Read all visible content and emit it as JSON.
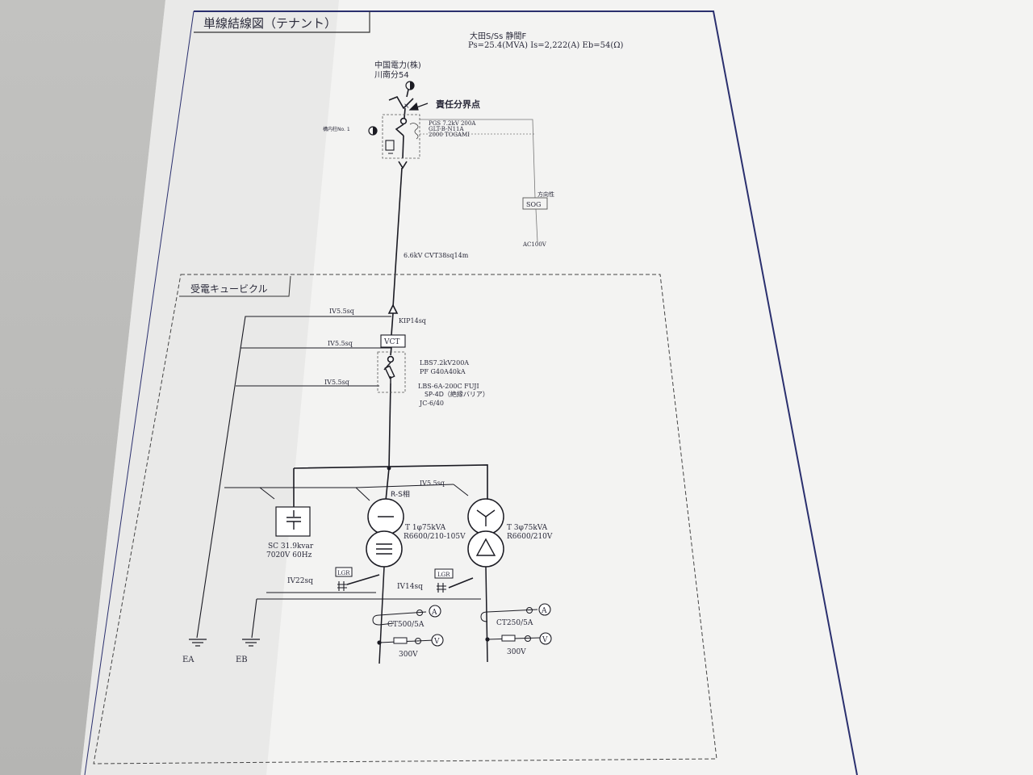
{
  "title": "単線結線図（テナント）",
  "substation": {
    "name": "大田S/Ss 静間F",
    "params": "Ps=25.4(MVA) Is=2,222(A) Eb=54(Ω)"
  },
  "utility": {
    "company": "中国電力(株)",
    "pole": "川南分54"
  },
  "boundary_label": "責任分界点",
  "premise_pole": "構内柱No. 1",
  "pgs": {
    "line1": "PGS 7.2kV 200A",
    "line2": "GLT-B-N11A",
    "line3": "2000 TOGAMI"
  },
  "direction_label": "方向性",
  "sog_label": "SOG",
  "ac_label": "AC100V",
  "cable_label": "6.6kV CVT38sq14m",
  "cubicle_label": "受電キュービクル",
  "kip_label": "KIP14sq",
  "iv_labels": [
    "IV5.5sq",
    "IV5.5sq",
    "IV5.5sq",
    "IV5.5sq"
  ],
  "vct_label": "VCT",
  "lbs": {
    "line1": "LBS7.2kV200A",
    "line2": "PF G40A40kA",
    "line3": "LBS-6A-200C FUJI",
    "line4": "SP-4D（絶縁バリア）",
    "line5": "JC-6/40"
  },
  "rs_label": "R-S相",
  "sc": {
    "line1": "SC 31.9kvar",
    "line2": "7020V 60Hz"
  },
  "t1": {
    "line1": "T 1φ75kVA",
    "line2": "R6600/210-105V"
  },
  "t3": {
    "line1": "T 3φ75kVA",
    "line2": "R6600/210V"
  },
  "lgr_labels": [
    "LGR",
    "LGR"
  ],
  "iv22_label": "IV22sq",
  "iv14_label": "IV14sq",
  "ct_labels": [
    "CT500/5A",
    "CT250/5A"
  ],
  "ammeter_symbol": "A",
  "voltmeter_symbol": "V",
  "volt_labels": [
    "300V",
    "300V"
  ],
  "earth_labels": [
    "EA",
    "EB"
  ],
  "colors": {
    "paper": "#f4f4f4",
    "line": "#1a1a22",
    "border": "#2a2f6e"
  }
}
